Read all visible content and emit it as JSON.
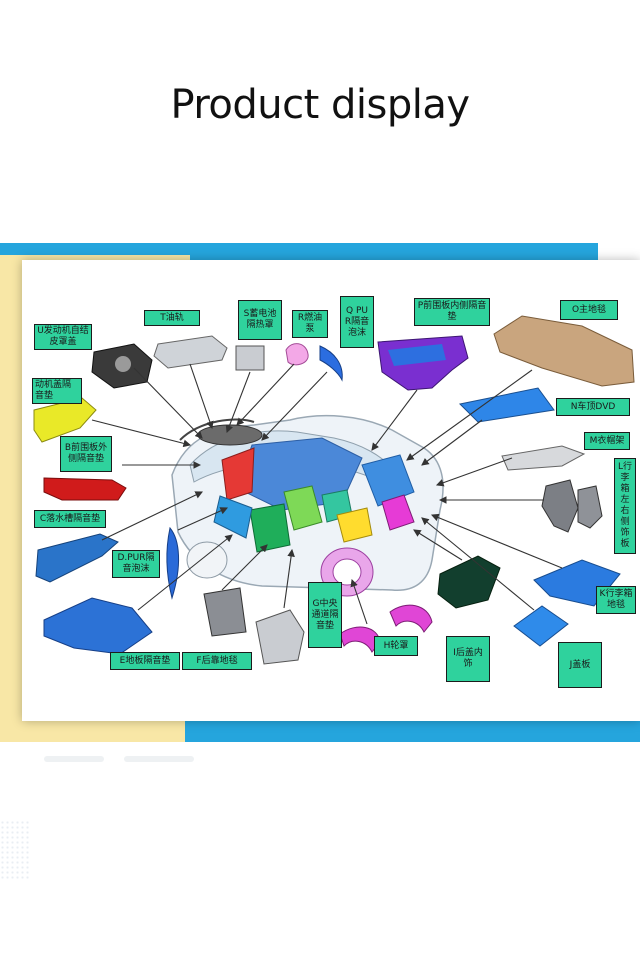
{
  "page": {
    "title": "Product display"
  },
  "colors": {
    "accent_blue": "#25a5dd",
    "accent_yellow": "#f8e7a6",
    "label_green": "#2fd29d"
  },
  "labels": {
    "u": "U发动机自结皮罩盖",
    "t": "T油轨",
    "s": "S蓄电池隔热罩",
    "r": "R燃油泵",
    "q": "Q PUR隔音泡沫",
    "p": "P前围板内侧隔音垫",
    "o": "O主地毯",
    "engine_cover": "动机盖隔音垫",
    "b": "B前围板外侧隔音垫",
    "n": "N车顶DVD",
    "m": "M衣帽架",
    "l": "L行李箱左右侧饰板",
    "c": "C落水槽隔音垫",
    "d": "D.PUR隔音泡沫",
    "k": "K行李箱地毯",
    "g": "G中央通道隔音垫",
    "h": "H轮罩",
    "i": "I后盖内饰",
    "j": "J盖板",
    "e": "E地板隔音垫",
    "f": "F后靠地毯"
  }
}
